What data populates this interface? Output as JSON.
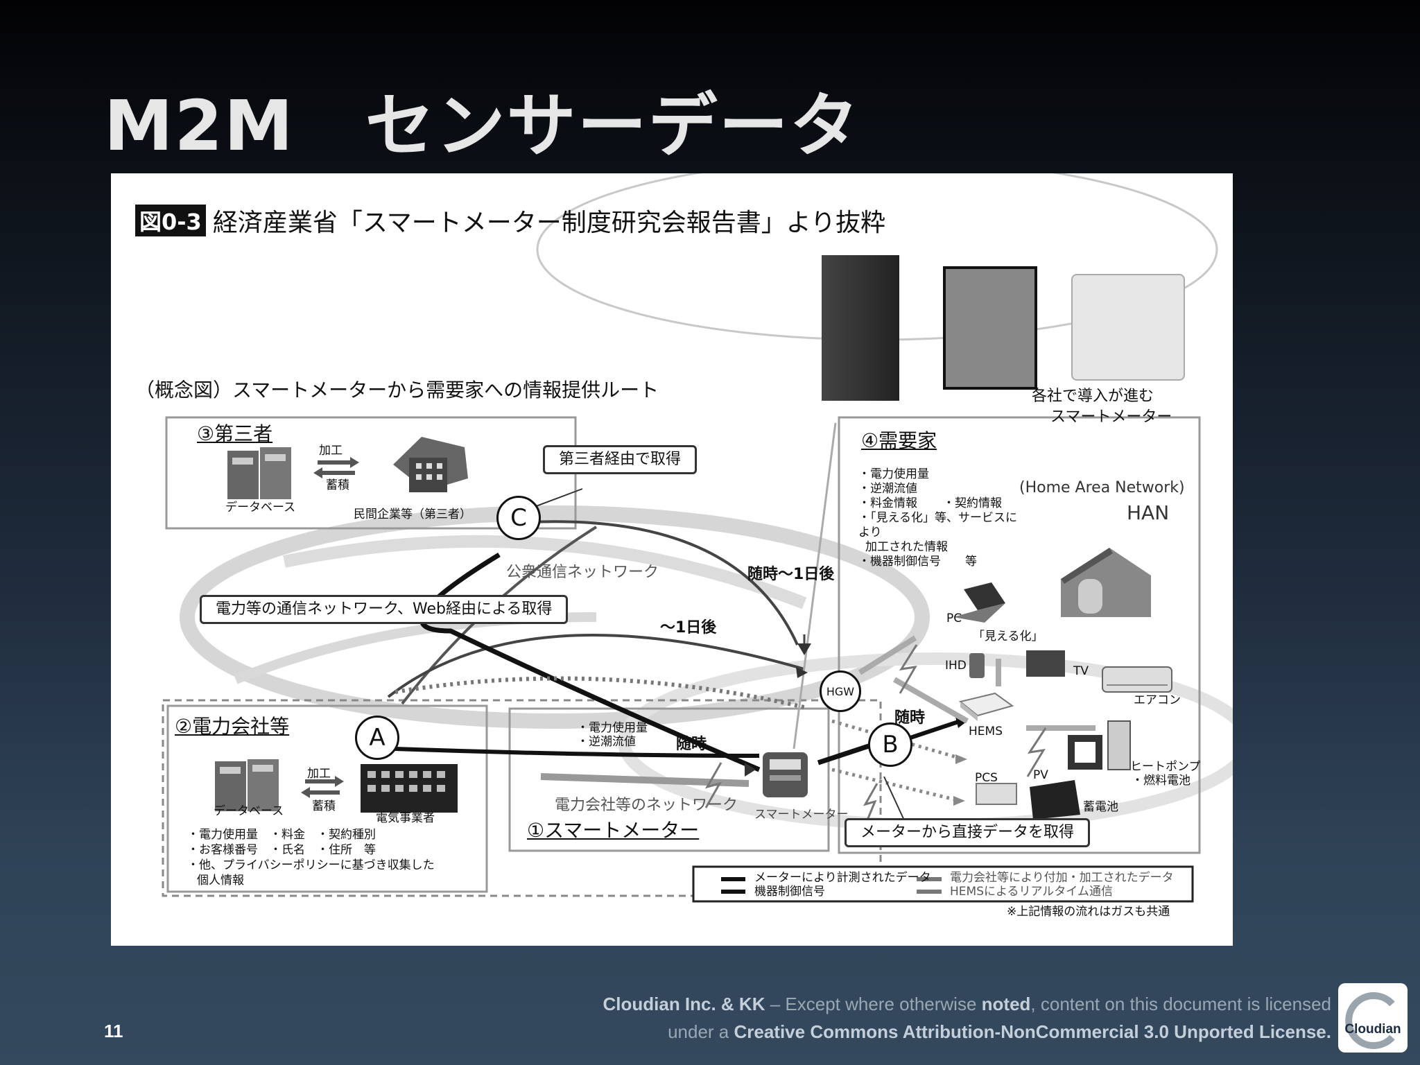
{
  "slide": {
    "title": "M2M　センサーデータ",
    "page_number": "11"
  },
  "figure": {
    "caption_badge": "図0-3",
    "caption": "経済産業省「スマートメーター制度研究会報告書」より抜粋",
    "concept_title": "（概念図）スマートメーターから需要家への情報提供ルート",
    "meters_caption_1": "各社で導入が進む",
    "meters_caption_2": "スマートメーター",
    "third_party": {
      "title": "③第三者",
      "process": "加工",
      "store": "蓄積",
      "database": "データベース",
      "company": "民間企業等（第三者）"
    },
    "via_third_party": "第三者経由で取得",
    "public_network": "公衆通信ネットワーク",
    "timing_realtime_1day": "随時〜1日後",
    "web_acquisition": "電力等の通信ネットワーク、Web経由による取得",
    "timing_1day": "〜1日後",
    "utility": {
      "title": "②電力会社等",
      "process": "加工",
      "store": "蓄積",
      "database": "データベース",
      "operator": "電気事業者",
      "info_1": "・電力使用量　・料金　・契約種別",
      "info_2": "・お客様番号　・氏名　・住所　等",
      "info_3": "・他、プライバシーポリシーに基づき収集した",
      "info_4": "個人情報"
    },
    "meter_box": {
      "data_1": "・電力使用量",
      "data_2": "・逆潮流値",
      "timing": "随時",
      "network": "電力会社等のネットワーク",
      "meter_label": "スマートメーター",
      "title": "①スマートメーター"
    },
    "consumer": {
      "title": "④需要家",
      "item_1": "・電力使用量",
      "item_2": "・逆潮流値",
      "item_3": "・料金情報",
      "item_3b": "・契約情報",
      "item_4": "・「見える化」等、サービスに",
      "item_5": "より",
      "item_6": "加工された情報",
      "item_7": "・機器制御信号",
      "item_7b": "等",
      "han_full": "(Home Area Network)",
      "han": "HAN"
    },
    "devices": {
      "pc": "PC",
      "visualization": "「見える化」",
      "ihd": "IHD",
      "tv": "TV",
      "aircon": "エアコン",
      "hems": "HEMS",
      "heatpump_1": "ヒートポンプ",
      "heatpump_2": "・燃料電池",
      "pcs": "PCS",
      "pv": "PV",
      "battery": "蓄電池"
    },
    "hgw": "HGW",
    "timing_realtime_b": "随時",
    "direct_acquisition": "メーターから直接データを取得",
    "nodes": {
      "a": "A",
      "b": "B",
      "c": "C"
    },
    "legend": {
      "metered": "メーターにより計測されたデータ",
      "control": "機器制御信号",
      "processed": "電力会社等により付加・加工されたデータ",
      "hems_realtime": "HEMSによるリアルタイム通信"
    },
    "note": "※上記情報の流れはガスも共通"
  },
  "footer": {
    "org": "Cloudian Inc. & KK",
    "dash": " – Except where otherwise ",
    "noted": "noted",
    "rest1": ", content on this document is licensed",
    "under": "under a ",
    "license": "Creative Commons Attribution-NonCommercial 3.0 Unported License",
    "period": ".",
    "logo": "Cloudian"
  }
}
